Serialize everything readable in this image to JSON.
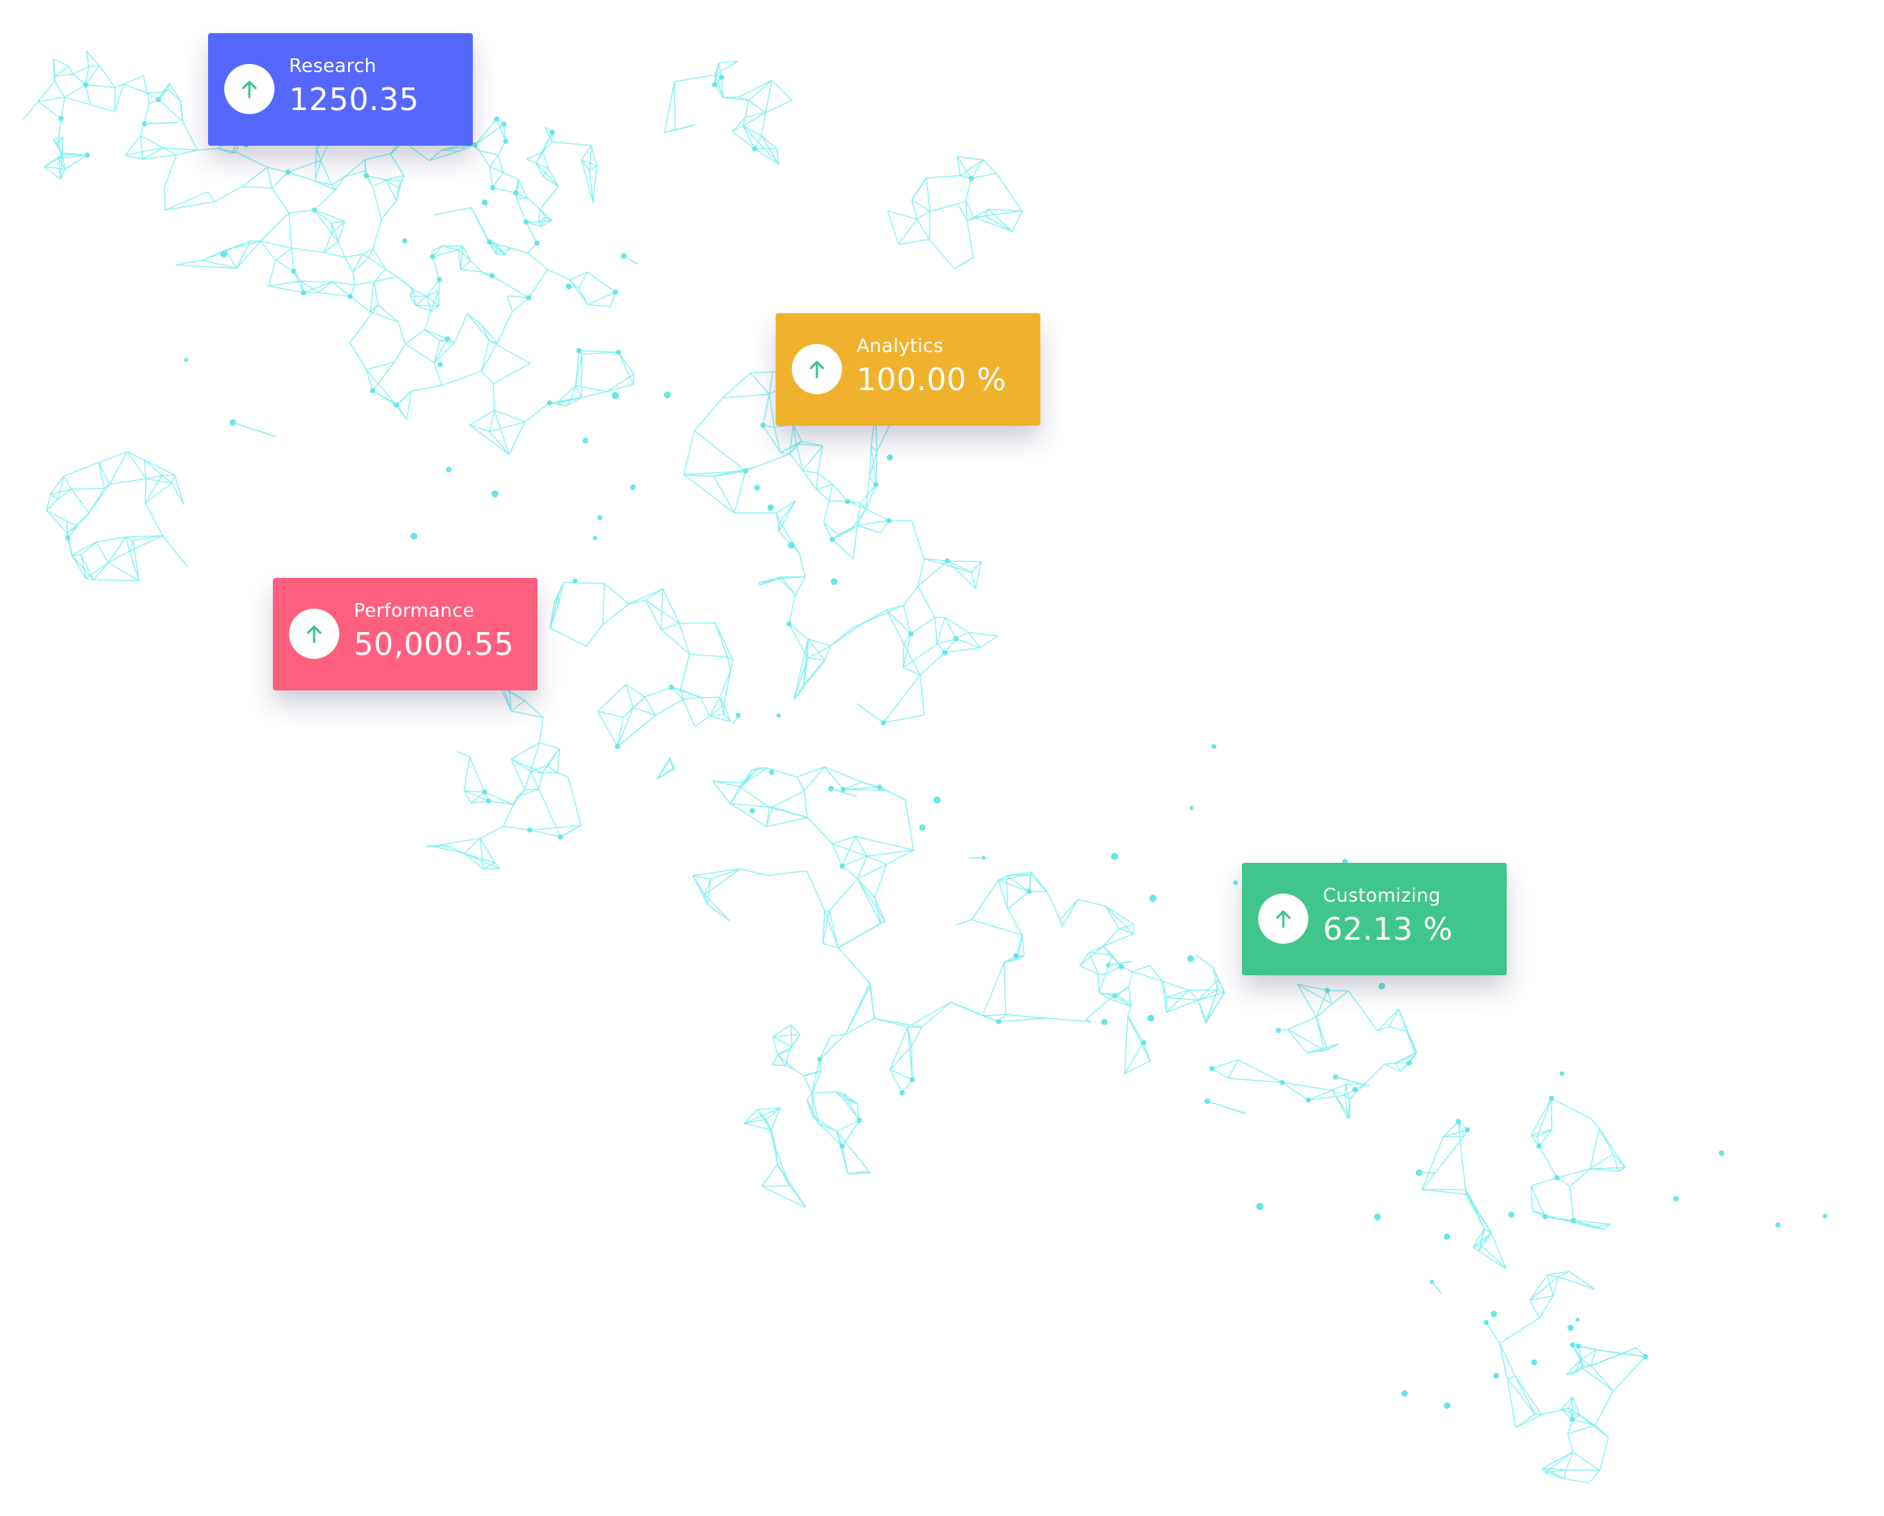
{
  "colors": {
    "mesh": "#7ff0ee",
    "mesh_node": "#66e6e8",
    "arrow": "#3ec48c",
    "research": "#5568fd",
    "analytics": "#f0b22c",
    "performance": "#fe5f7f",
    "customizing": "#40c68d"
  },
  "icons": {
    "badge": "arrow-up-icon"
  },
  "cards": {
    "research": {
      "label": "Research",
      "value": "1250.35"
    },
    "analytics": {
      "label": "Analytics",
      "value": "100.00 %"
    },
    "performance": {
      "label": "Performance",
      "value": "50,000.55"
    },
    "customizing": {
      "label": "Customizing",
      "value": "62.13 %"
    }
  }
}
